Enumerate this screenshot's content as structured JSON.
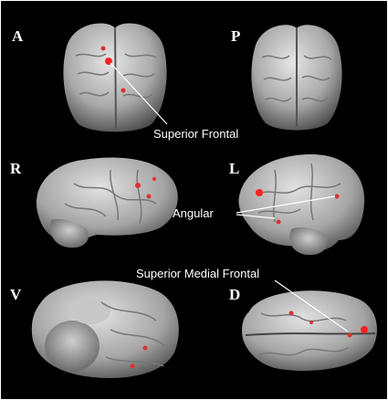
{
  "views": [
    {
      "key": "anterior",
      "letter": "A"
    },
    {
      "key": "posterior",
      "letter": "P"
    },
    {
      "key": "right",
      "letter": "R"
    },
    {
      "key": "left",
      "letter": "L"
    },
    {
      "key": "ventral",
      "letter": "V"
    },
    {
      "key": "dorsal",
      "letter": "D"
    }
  ],
  "annotations": {
    "superior_frontal": "Superior Frontal",
    "angular": "Angular",
    "superior_medial_frontal": "Superior Medial Frontal"
  },
  "colors": {
    "background": "#000000",
    "brain_surface": "#b8b8b8",
    "activation": "#ff2020",
    "text": "#ffffff"
  }
}
